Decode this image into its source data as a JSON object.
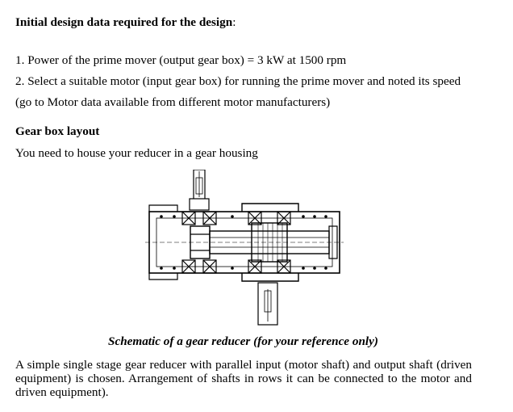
{
  "doc": {
    "heading_bold": "Initial design data required for the design",
    "heading_colon": ":",
    "item1": "1. Power of the prime mover (output gear box) = 3 kW at 1500 rpm",
    "item2": "2. Select a suitable motor (input gear box) for running the prime mover and noted its speed",
    "item2_cont": "(go to Motor data available from different motor manufacturers)",
    "layout_heading": "Gear box layout",
    "housing_line": "You need to house your reducer in a gear housing",
    "caption": "Schematic of a gear reducer (for your reference only)",
    "paragraph": "A simple single stage gear reducer with parallel input (motor shaft) and output shaft (driven equipment) is chosen. Arrangement of shafts in rows it can be connected to the motor and driven equipment)."
  }
}
